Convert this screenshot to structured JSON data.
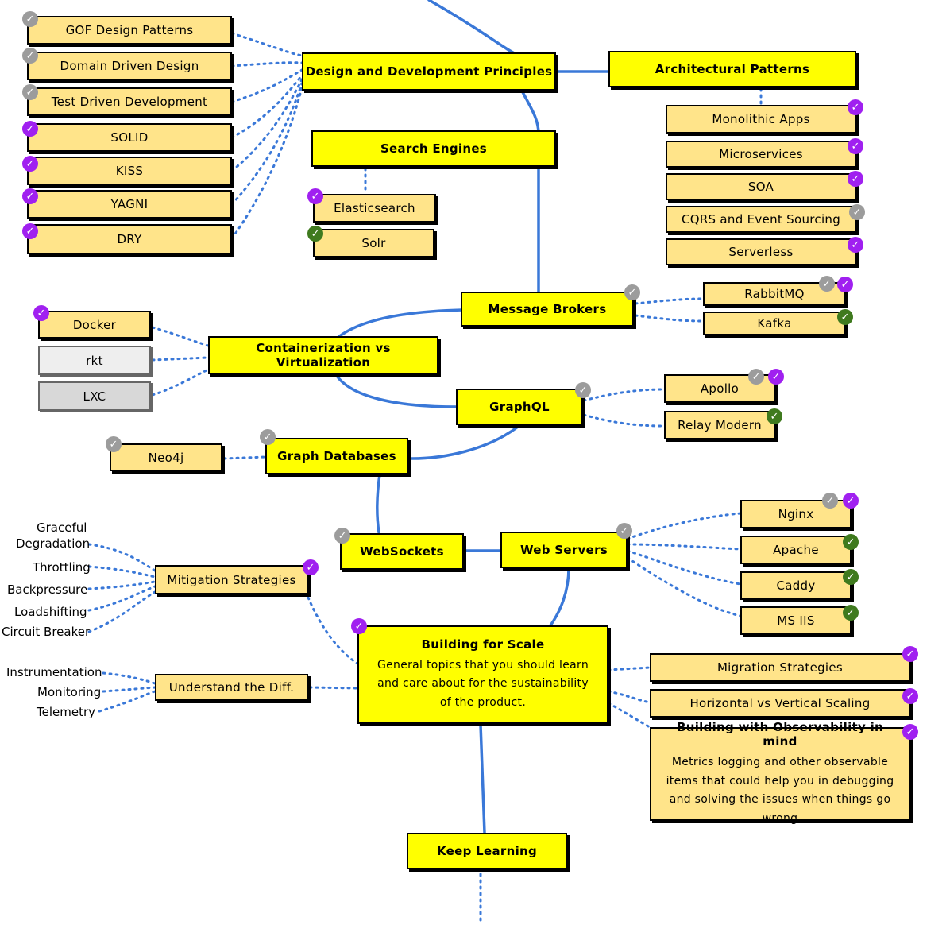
{
  "colors": {
    "line": "#3a78d8",
    "main": "#ffff00",
    "sub": "#ffe48a",
    "done": "#a020f0",
    "optional": "#9c9c9c",
    "alt": "#3f7a1e"
  },
  "nodes": {
    "design_principles": "Design and Development Principles",
    "architectural_patterns": "Architectural Patterns",
    "search_engines": "Search Engines",
    "message_brokers": "Message Brokers",
    "containerization": "Containerization vs Virtualization",
    "graphql": "GraphQL",
    "graph_databases": "Graph Databases",
    "websockets": "WebSockets",
    "web_servers": "Web Servers",
    "mitigation": "Mitigation Strategies",
    "understand_diff": "Understand the Diff.",
    "building_scale_title": "Building for Scale",
    "building_scale_desc": "General topics that you should learn and care about for the sustainability of the product.",
    "keep_learning": "Keep Learning"
  },
  "design_items": [
    "GOF Design Patterns",
    "Domain Driven Design",
    "Test Driven Development",
    "SOLID",
    "KISS",
    "YAGNI",
    "DRY"
  ],
  "arch_items": [
    "Monolithic Apps",
    "Microservices",
    "SOA",
    "CQRS and Event Sourcing",
    "Serverless"
  ],
  "search_items": [
    "Elasticsearch",
    "Solr"
  ],
  "broker_items": [
    "RabbitMQ",
    "Kafka"
  ],
  "container_items": [
    "Docker",
    "rkt",
    "LXC"
  ],
  "graphql_items": [
    "Apollo",
    "Relay Modern"
  ],
  "graphdb_items": [
    "Neo4j"
  ],
  "webserver_items": [
    "Nginx",
    "Apache",
    "Caddy",
    "MS IIS"
  ],
  "mitigation_items": [
    "Graceful",
    "Degradation",
    "Throttling",
    "Backpressure",
    "Loadshifting",
    "Circuit Breaker"
  ],
  "diff_items": [
    "Instrumentation",
    "Monitoring",
    "Telemetry"
  ],
  "scale_items": [
    "Migration Strategies",
    "Horizontal vs Vertical Scaling"
  ],
  "observability": {
    "title": "Building with Observability in mind",
    "desc": "Metrics logging and other observable items that could help you in debugging and solving the issues when things go wrong"
  },
  "icons": {
    "check": "check-icon"
  }
}
